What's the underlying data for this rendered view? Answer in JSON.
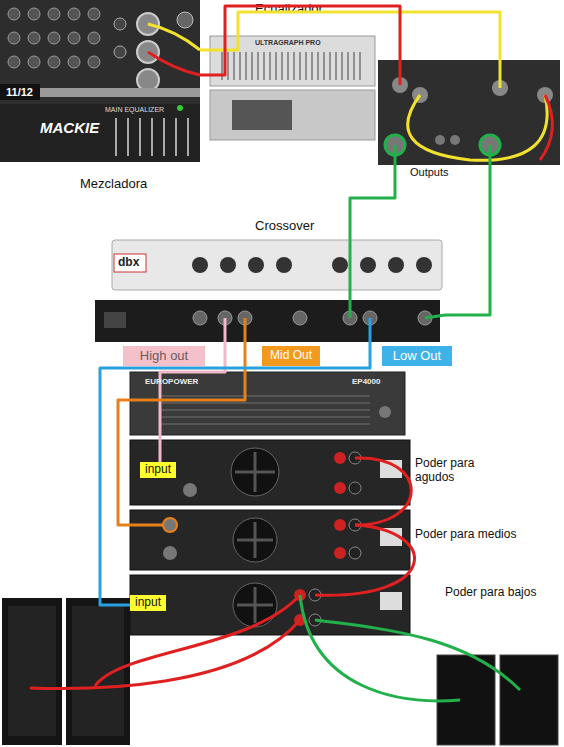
{
  "diagram": {
    "nodes": [
      {
        "text": [
          "Mezcladora"
        ]
      },
      {
        "text": [
          "Ecualizador"
        ]
      },
      {
        "text": [
          "Crossover"
        ]
      },
      {
        "text": [
          "High out"
        ]
      },
      {
        "text": [
          "Mid Out"
        ]
      },
      {
        "text": [
          "Low Out"
        ]
      },
      {
        "text": [
          "Poder para agudos"
        ]
      },
      {
        "text": [
          "input"
        ],
        "in": 6
      },
      {
        "text": [
          "Poder para medios"
        ]
      },
      {
        "text": [
          "Poder para bajos"
        ]
      },
      {
        "text": [
          "input"
        ],
        "in": 9
      }
    ],
    "edges": [
      {
        "from": 0,
        "to": 1,
        "arrow": "none"
      },
      {
        "from": 0,
        "to": 1,
        "arrow": "none"
      },
      {
        "from": 1,
        "to": 2,
        "arrow": "none"
      },
      {
        "from": 1,
        "to": 2,
        "arrow": "none"
      },
      {
        "from": 2,
        "to": 6,
        "arrow": "none"
      },
      {
        "from": 2,
        "to": 8,
        "arrow": "none"
      },
      {
        "from": 2,
        "to": 9,
        "arrow": "none"
      }
    ],
    "labels": [
      "MACKIE",
      "11/12",
      "MAIN EQUALIZER",
      "ULTRAGRAPH PRO",
      "Outputs",
      "dbx",
      "EUROPOWER",
      "EP4000"
    ]
  }
}
